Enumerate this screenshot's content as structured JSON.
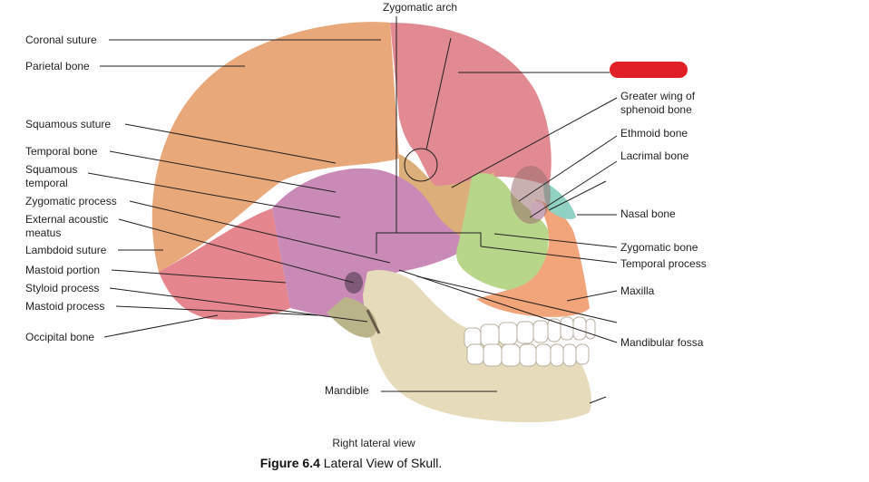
{
  "labels": {
    "zygomatic_arch": "Zygomatic arch",
    "coronal_suture": "Coronal suture",
    "parietal_bone": "Parietal bone",
    "squamous_suture": "Squamous suture",
    "temporal_bone": "Temporal bone",
    "squamous_temporal_1": "Squamous",
    "squamous_temporal_2": "temporal",
    "zygomatic_process": "Zygomatic process",
    "external_acoustic_1": "External acoustic",
    "external_acoustic_2": "meatus",
    "lambdoid_suture": "Lambdoid suture",
    "mastoid_portion": "Mastoid portion",
    "styloid_process": "Styloid process",
    "mastoid_process": "Mastoid process",
    "occipital_bone": "Occipital bone",
    "greater_wing_1": "Greater wing of",
    "greater_wing_2": "sphenoid bone",
    "ethmoid_bone": "Ethmoid bone",
    "lacrimal_bone": "Lacrimal bone",
    "nasal_bone": "Nasal bone",
    "zygomatic_bone": "Zygomatic bone",
    "temporal_process": "Temporal process",
    "maxilla": "Maxilla",
    "mandibular_fossa": "Mandibular fossa",
    "mandible": "Mandible"
  },
  "caption": {
    "view": "Right lateral view",
    "figure_number": "Figure 6.4",
    "figure_title": "Lateral View of Skull."
  },
  "colors": {
    "parietal": "#e8a87a",
    "frontal": "#e18a92",
    "temporal": "#c98ab8",
    "occipital": "#e5868f",
    "sphenoid": "#dcae7a",
    "zygomatic": "#b8d68a",
    "maxilla": "#f2a47a",
    "nasal": "#8fd1c3",
    "mandible": "#e6dcbb",
    "teeth": "#ffffff",
    "redaction": "#e01f26",
    "leader": "#231f20"
  }
}
